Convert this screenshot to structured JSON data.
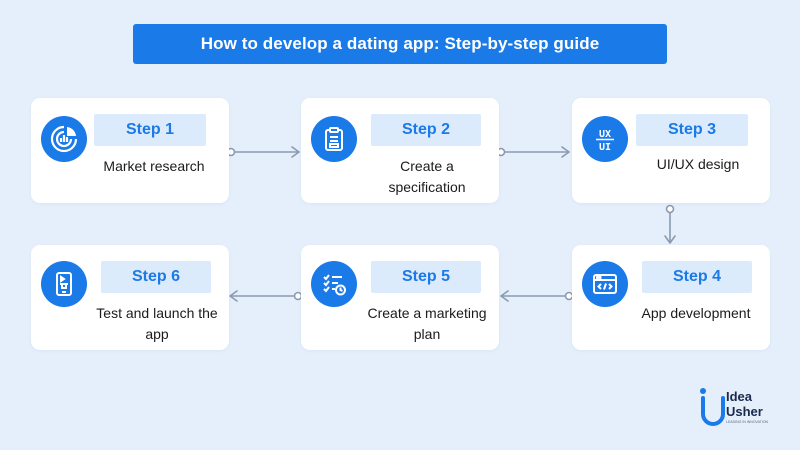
{
  "title": "How to develop a dating app: Step-by-step guide",
  "colors": {
    "accent": "#1a7ae8",
    "pill": "#dcebfc",
    "background": "#e4effb",
    "connector": "#8a9ab0"
  },
  "steps": [
    {
      "label": "Step 1",
      "text": "Market research",
      "icon": "chart-target-icon"
    },
    {
      "label": "Step 2",
      "text": "Create a specification",
      "icon": "clipboard-icon"
    },
    {
      "label": "Step 3",
      "text": "UI/UX design",
      "icon": "ux-ui-icon"
    },
    {
      "label": "Step 4",
      "text": "App development",
      "icon": "code-window-icon"
    },
    {
      "label": "Step 5",
      "text": "Create a marketing plan",
      "icon": "checklist-icon"
    },
    {
      "label": "Step 6",
      "text": "Test and launch the app",
      "icon": "mobile-test-icon"
    }
  ],
  "logo": {
    "line1": "Idea",
    "line2": "Usher",
    "tagline": "LEADING IN INNOVATION",
    "icon": "idea-usher-logo"
  }
}
